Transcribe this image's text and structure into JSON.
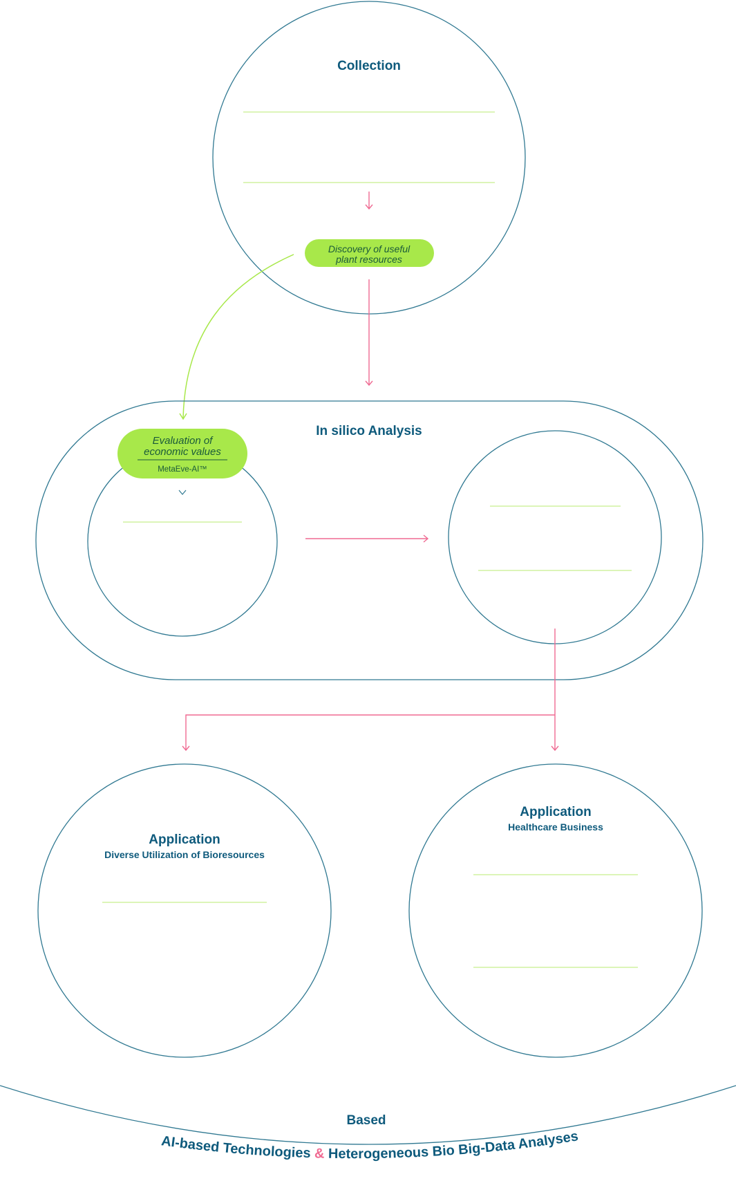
{
  "colors": {
    "outline": "#2f7891",
    "title": "#0e5a7c",
    "accent_green": "#a8e84a",
    "rule_green": "#c8ef8e",
    "arrow_pink": "#ef6a92",
    "amp_pink": "#f06a92",
    "badge_text": "#1a5a3a"
  },
  "collection": {
    "title": "Collection",
    "pill_line1": "Discovery of useful",
    "pill_line2": "plant resources"
  },
  "insilico": {
    "title": "In silico Analysis",
    "badge_line1": "Evaluation of",
    "badge_line2": "economic values",
    "badge_sub": "MetaEve-AI™"
  },
  "app_left": {
    "title": "Application",
    "subtitle": "Diverse Utilization of Bioresources"
  },
  "app_right": {
    "title": "Application",
    "subtitle": "Healthcare Business"
  },
  "based": {
    "title": "Based",
    "part1": "AI-based Technologies",
    "amp": "&",
    "part2": "Heterogeneous Bio Big-Data Analyses"
  }
}
